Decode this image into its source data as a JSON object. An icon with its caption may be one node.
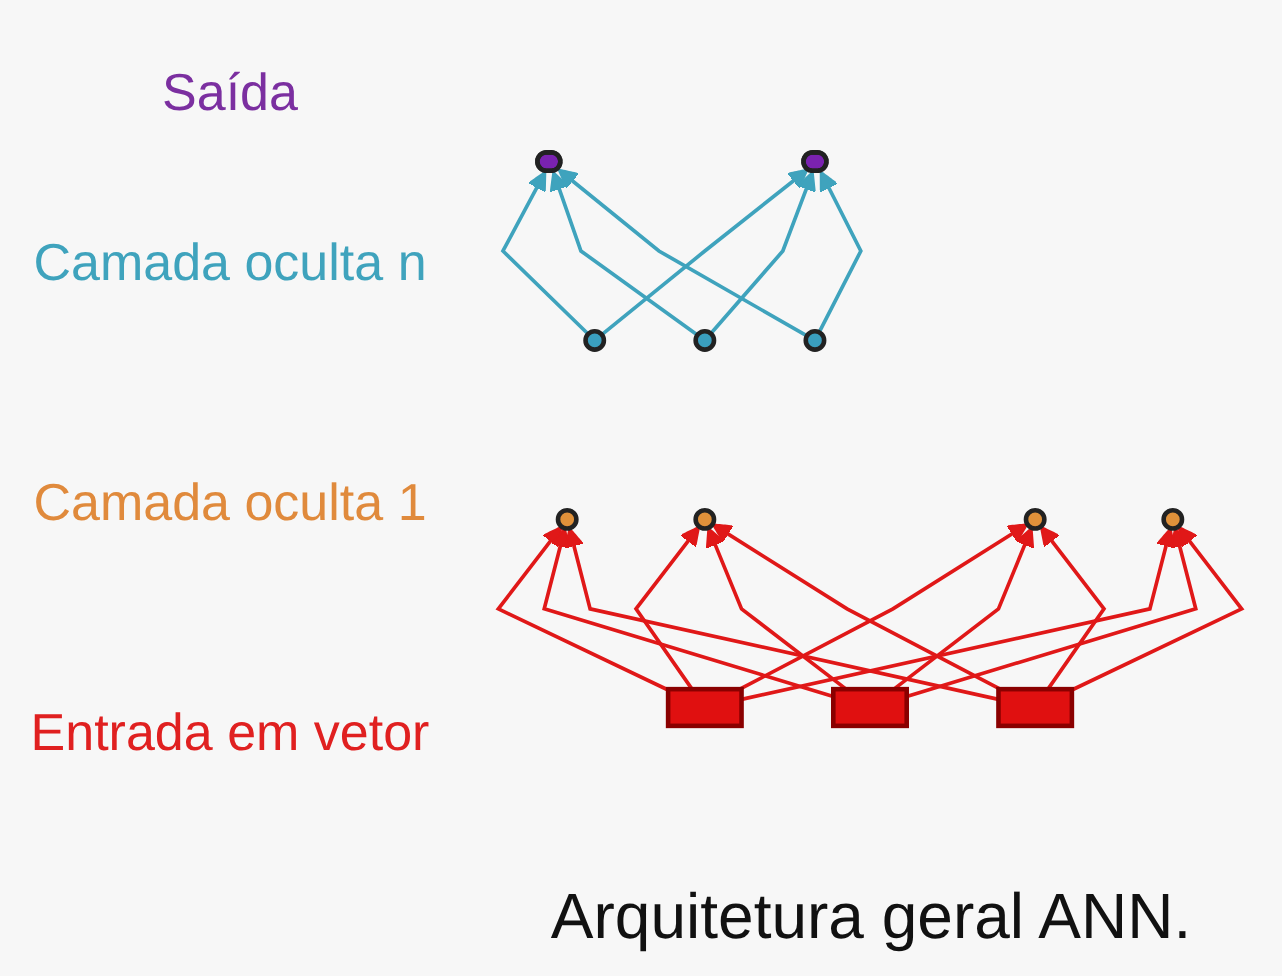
{
  "diagram": {
    "caption": "Arquitetura geral ANN.",
    "nodes": [
      {
        "text": [],
        "shape": "ellipse"
      },
      {
        "text": [],
        "shape": "ellipse"
      },
      {
        "text": [],
        "shape": "circle"
      },
      {
        "text": [],
        "shape": "circle"
      },
      {
        "text": [],
        "shape": "circle"
      },
      {
        "text": [],
        "shape": "circle"
      },
      {
        "text": [],
        "shape": "circle"
      },
      {
        "text": [],
        "shape": "circle"
      },
      {
        "text": [],
        "shape": "circle"
      },
      {
        "text": [],
        "shape": "box"
      },
      {
        "text": [],
        "shape": "box"
      },
      {
        "text": [],
        "shape": "box"
      }
    ],
    "edges": [
      {
        "from": 9,
        "to": 5,
        "arrow": "to"
      },
      {
        "from": 9,
        "to": 6,
        "arrow": "to"
      },
      {
        "from": 9,
        "to": 7,
        "arrow": "to"
      },
      {
        "from": 9,
        "to": 8,
        "arrow": "to"
      },
      {
        "from": 10,
        "to": 5,
        "arrow": "to"
      },
      {
        "from": 10,
        "to": 6,
        "arrow": "to"
      },
      {
        "from": 10,
        "to": 7,
        "arrow": "to"
      },
      {
        "from": 10,
        "to": 8,
        "arrow": "to"
      },
      {
        "from": 11,
        "to": 5,
        "arrow": "to"
      },
      {
        "from": 11,
        "to": 6,
        "arrow": "to"
      },
      {
        "from": 11,
        "to": 7,
        "arrow": "to"
      },
      {
        "from": 11,
        "to": 8,
        "arrow": "to"
      },
      {
        "from": 2,
        "to": 0,
        "arrow": "to",
        "color": "#3fa3bd"
      },
      {
        "from": 2,
        "to": 1,
        "arrow": "to",
        "color": "#3fa3bd"
      },
      {
        "from": 3,
        "to": 0,
        "arrow": "to",
        "color": "#3fa3bd"
      },
      {
        "from": 3,
        "to": 1,
        "arrow": "to",
        "color": "#3fa3bd"
      },
      {
        "from": 4,
        "to": 0,
        "arrow": "to",
        "color": "#3fa3bd"
      },
      {
        "from": 4,
        "to": 1,
        "arrow": "to",
        "color": "#3fa3bd"
      }
    ],
    "labels": [
      "Saída",
      "Camada oculta n",
      "Camada oculta 1",
      "Entrada em vetor"
    ]
  }
}
